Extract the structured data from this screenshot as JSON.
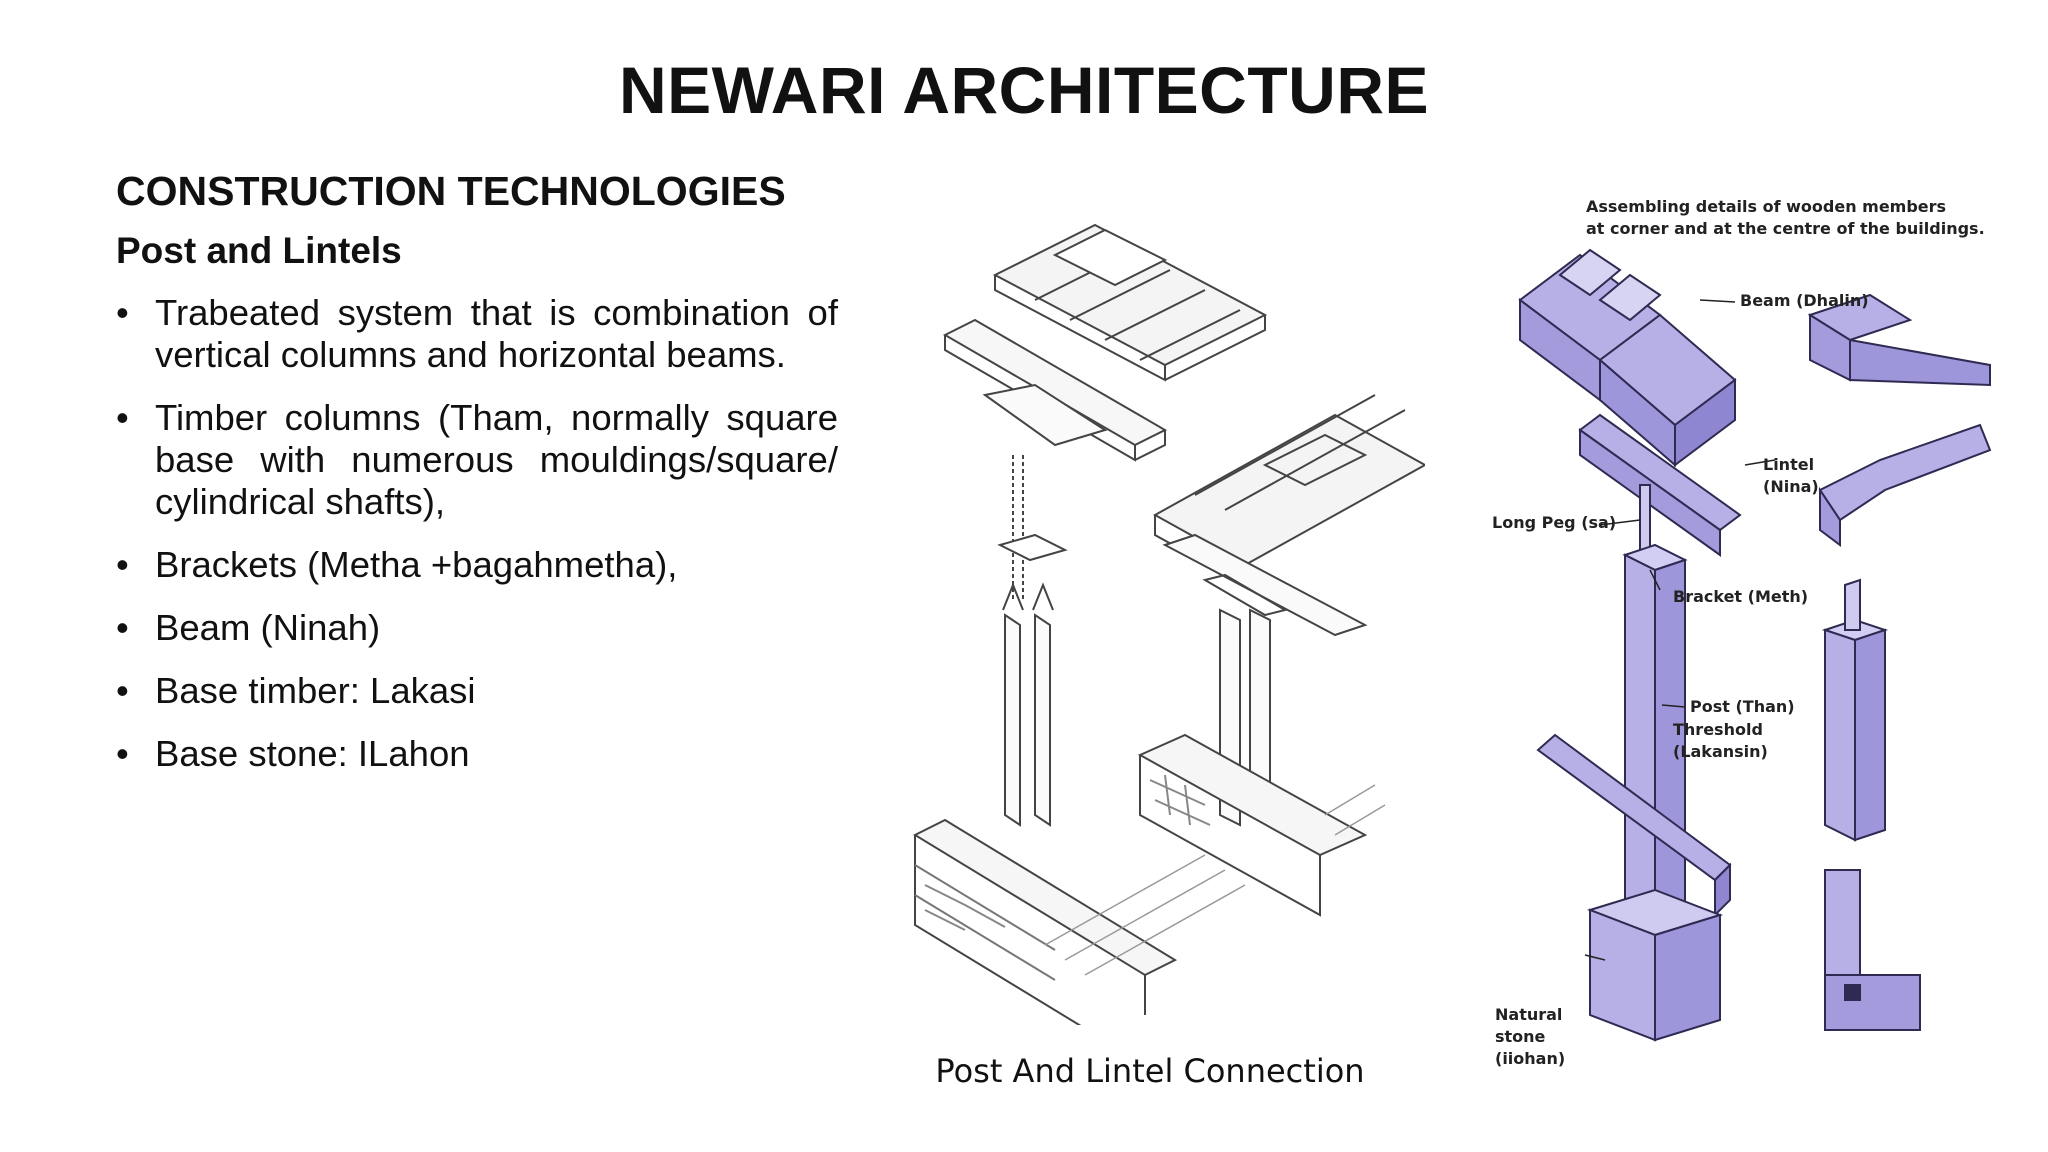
{
  "title": "NEWARI ARCHITECTURE",
  "section_heading": "CONSTRUCTION TECHNOLOGIES",
  "subsection_heading": "Post and Lintels",
  "bullets": [
    "Trabeated system that is combination of vertical columns and horizontal beams.",
    "Timber columns (Tham, normally square base with numerous mouldings/square/ cylindrical shafts),",
    "Brackets (Metha +bagahmetha),",
    "Beam (Ninah)",
    "Base timber: Lakasi",
    "Base stone: ILahon"
  ],
  "figure_left": {
    "caption": "Post And Lintel Connection"
  },
  "figure_right": {
    "header_line1": "Assembling details of wooden members",
    "header_line2": "at corner and at the centre of the buildings.",
    "labels": {
      "beam": "Beam (Dhalin)",
      "lintel_1": "Lintel",
      "lintel_2": "(Nina)",
      "long_peg": "Long Peg (sa)",
      "bracket": "Bracket (Meth)",
      "post": "Post (Than)",
      "threshold_1": "Threshold",
      "threshold_2": "(Lakansin)",
      "stone_1": "Natural",
      "stone_2": "stone",
      "stone_3": "(iiohan)"
    },
    "fill_color": "#b7b0e6"
  }
}
